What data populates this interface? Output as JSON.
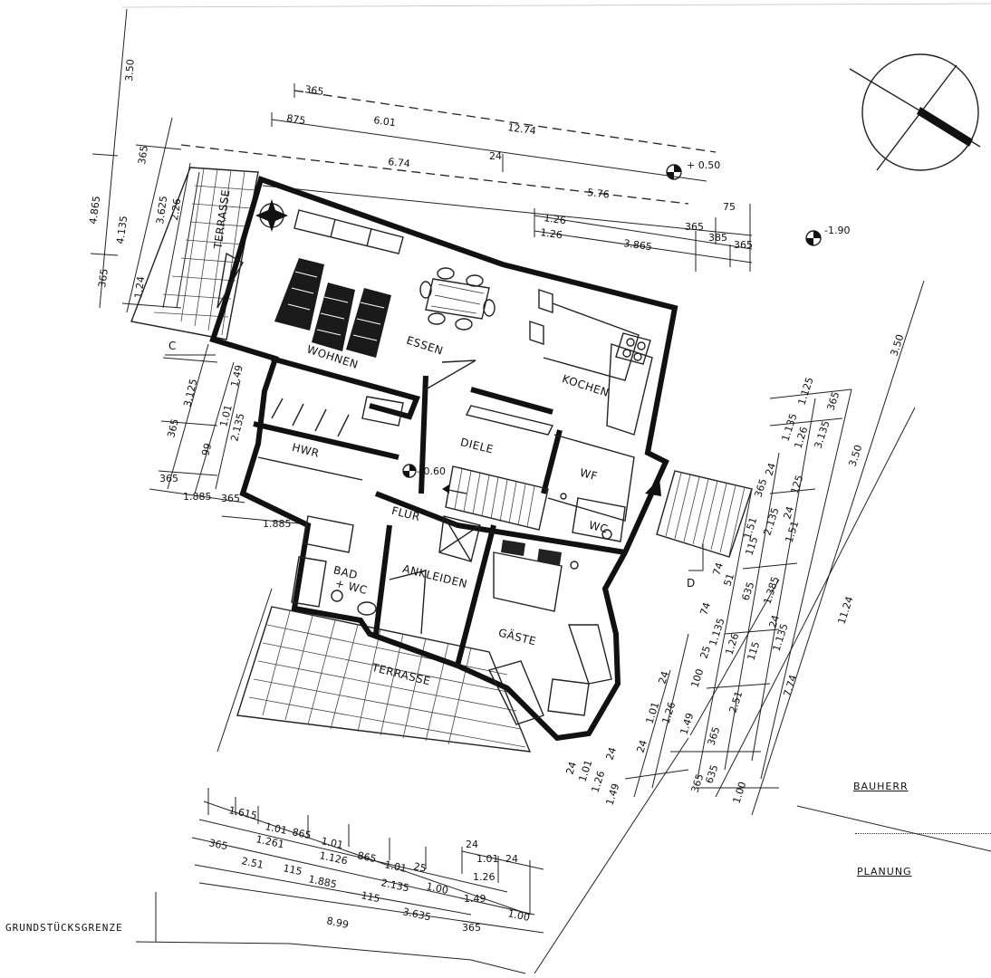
{
  "rooms": {
    "terrasse_top": "TERRASSE",
    "wohnen": "WOHNEN",
    "essen": "ESSEN",
    "kochen": "KOCHEN",
    "hwr": "HWR",
    "diele": "DIELE",
    "wf": "WF",
    "flur": "FLUR",
    "wc": "WC",
    "bad": "BAD",
    "bad_wc": "+ WC",
    "ankleiden": "ANKLEIDEN",
    "gaeste": "GÄSTE",
    "terrasse_bottom": "TERRASSE"
  },
  "levels": {
    "a": "+ 0.50",
    "b": "-1.90",
    "c": "- 0.60"
  },
  "section_marks": {
    "c": "C",
    "d": "D"
  },
  "dimensions": {
    "top": [
      "3.50",
      "365",
      "875",
      "6.01",
      "12.74",
      "24",
      "6.74",
      "5.76",
      "75",
      "1.26",
      "1.26",
      "365",
      "385",
      "365",
      "3.865"
    ],
    "left": [
      "4.865",
      "365",
      "3.625",
      "2.26",
      "4.135",
      "1.24",
      "365",
      "3.125",
      "1.49",
      "1.01",
      "2.135",
      "365",
      "99",
      "365",
      "1.885",
      "365",
      "1.885"
    ],
    "right": [
      "3.50",
      "1.125",
      "365",
      "1.135",
      "3.135",
      "1.26",
      "3.50",
      "24",
      "125",
      "365",
      "1.51",
      "2.135",
      "24",
      "115",
      "1.51",
      "11.24",
      "74",
      "51",
      "635",
      "1.385",
      "24",
      "74",
      "1.135",
      "1.26",
      "115",
      "1.135",
      "100",
      "25",
      "7.74",
      "2.51",
      "24",
      "1.01",
      "1.26",
      "1.49",
      "365",
      "24",
      "365",
      "635",
      "1.00",
      "24",
      "1.01",
      "24",
      "1.26",
      "1.49"
    ],
    "bottom": [
      "1.615",
      "1.01",
      "865",
      "1.01",
      "1.261",
      "1.126",
      "865",
      "1.01",
      "25",
      "365",
      "2.51",
      "115",
      "1.885",
      "2.135",
      "1.00",
      "24",
      "1.01",
      "24",
      "1.26",
      "115",
      "3.635",
      "1.49",
      "1.00",
      "8.99",
      "365"
    ]
  },
  "bauherr": "BAUHERR",
  "planung": "PLANUNG",
  "grundstuecksgrenze": "GRUNDSTÜCKSGRENZE"
}
